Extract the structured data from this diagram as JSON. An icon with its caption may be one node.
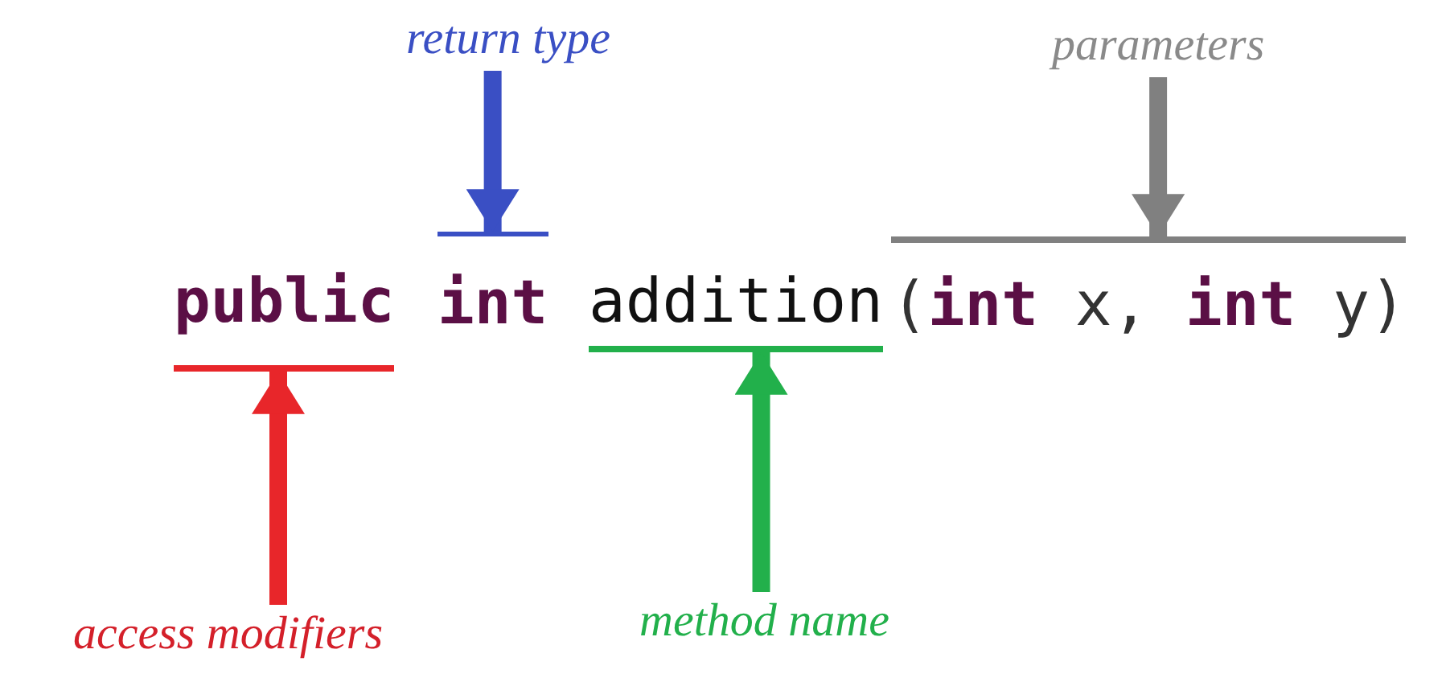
{
  "diagram": {
    "nodes": [
      {
        "text": [
          "return type"
        ]
      },
      {
        "text": [
          "parameters"
        ]
      },
      {
        "text": [
          "public"
        ]
      },
      {
        "text": [
          "int"
        ]
      },
      {
        "text": [
          "addition"
        ]
      },
      {
        "text": [
          "(**int** x, **int** y)"
        ]
      },
      {
        "text": [
          "access modifiers"
        ]
      },
      {
        "text": [
          "method name"
        ]
      }
    ],
    "edges": [
      {
        "from": 0,
        "to": 3,
        "arrow": "to",
        "color": "#3a4fc4"
      },
      {
        "from": 1,
        "to": 5,
        "arrow": "to",
        "color": "#808080"
      },
      {
        "from": 6,
        "to": 2,
        "arrow": "to",
        "color": "#e8262a"
      },
      {
        "from": 7,
        "to": 4,
        "arrow": "to",
        "color": "#22b04b"
      }
    ]
  }
}
